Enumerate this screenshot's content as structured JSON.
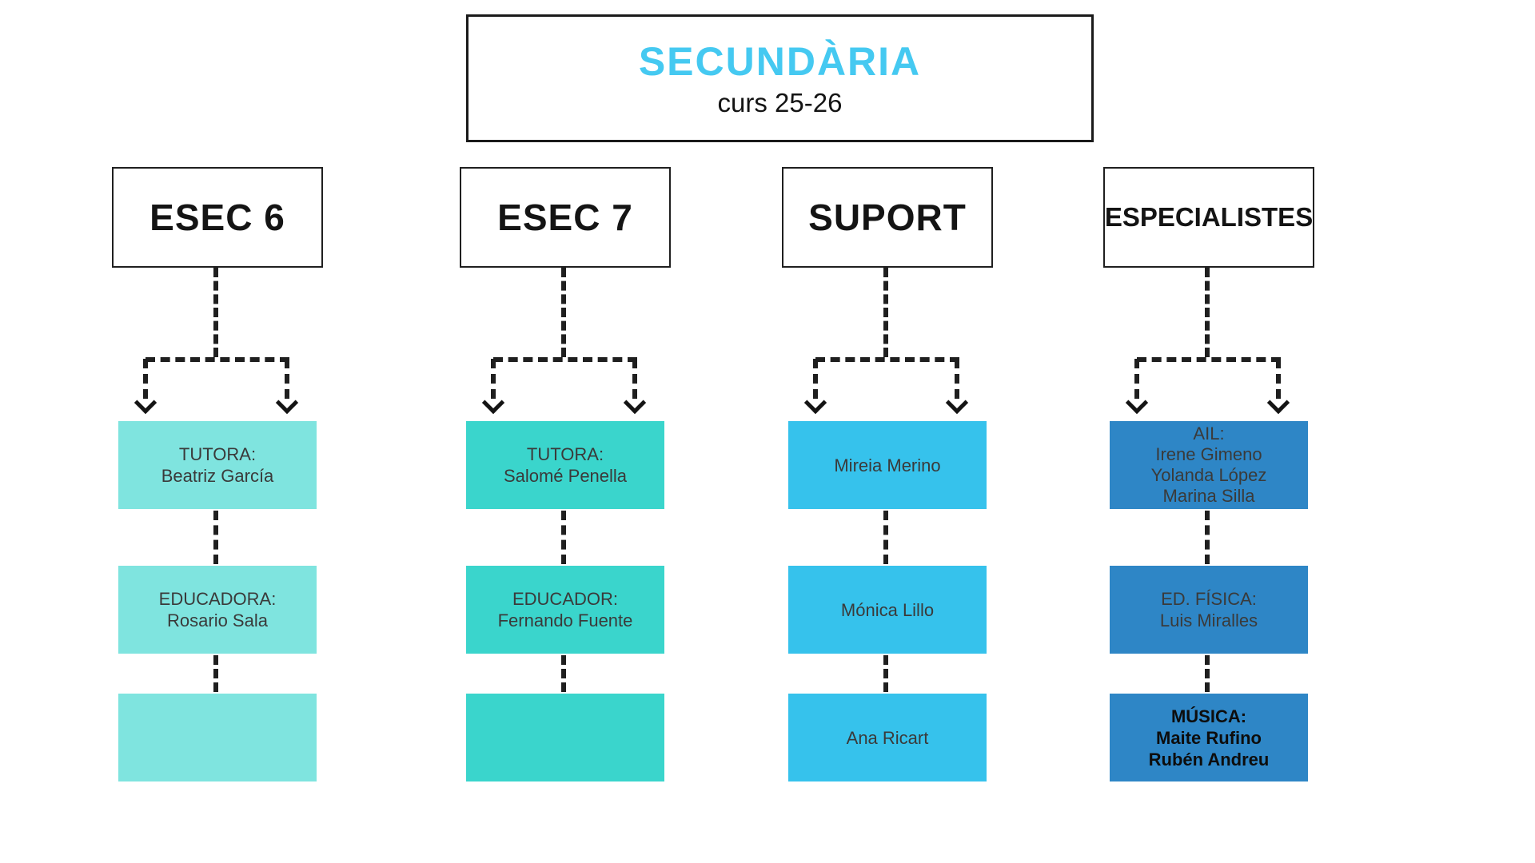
{
  "title": {
    "main": "SECUNDÀRIA",
    "subtitle": "curs 25-26"
  },
  "colors": {
    "title_accent": "#45C9F1",
    "connector": "#1f1f1f",
    "esec6_box": "#7FE4DF",
    "esec7_box": "#3AD5CC",
    "suport_box": "#36C2EC",
    "especialistes_box": "#2E86C6"
  },
  "columns": [
    {
      "header": "ESEC 6",
      "color": "#7FE4DF",
      "boxes": [
        {
          "lines": [
            "TUTORA:",
            "Beatriz García"
          ]
        },
        {
          "lines": [
            "EDUCADORA:",
            "Rosario Sala"
          ]
        },
        {
          "lines": []
        }
      ]
    },
    {
      "header": "ESEC 7",
      "color": "#3AD5CC",
      "boxes": [
        {
          "lines": [
            "TUTORA:",
            "Salomé Penella"
          ]
        },
        {
          "lines": [
            "EDUCADOR:",
            "Fernando Fuente"
          ]
        },
        {
          "lines": []
        }
      ]
    },
    {
      "header": "SUPORT",
      "color": "#36C2EC",
      "boxes": [
        {
          "lines": [
            "Mireia Merino"
          ]
        },
        {
          "lines": [
            "Mónica Lillo"
          ]
        },
        {
          "lines": [
            "Ana Ricart"
          ]
        }
      ]
    },
    {
      "header": "ESPECIALISTES",
      "color": "#2E86C6",
      "boxes": [
        {
          "lines": [
            "AIL:",
            "Irene Gimeno",
            "Yolanda López",
            "Marina Silla"
          ]
        },
        {
          "lines": [
            "ED. FÍSICA:",
            "Luis Miralles"
          ]
        },
        {
          "lines": [
            "MÚSICA:",
            "Maite Rufino",
            "Rubén Andreu"
          ],
          "bold": true
        }
      ]
    }
  ]
}
